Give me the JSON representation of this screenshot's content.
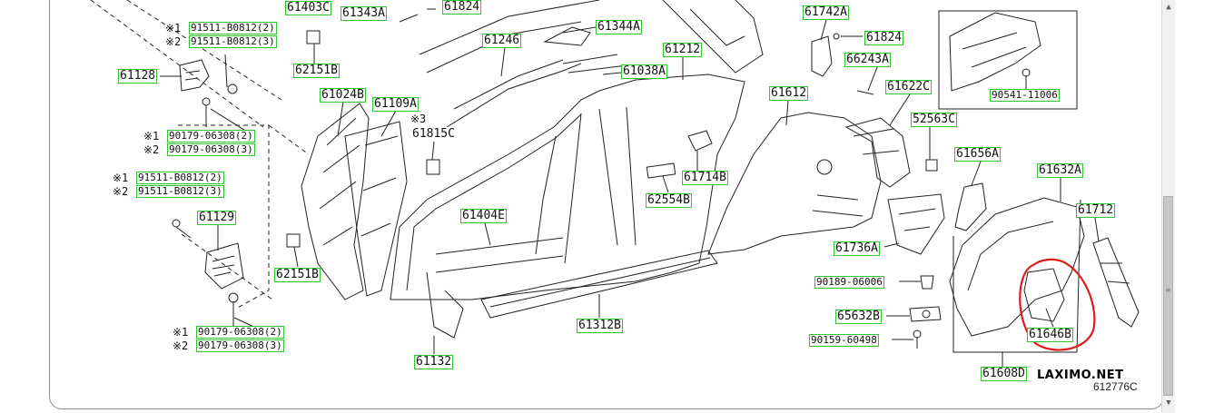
{
  "diagram": {
    "part_callouts": [
      {
        "id": "61403C",
        "label": "61403C"
      },
      {
        "id": "61343A",
        "label": "61343A"
      },
      {
        "id": "61824-top",
        "label": "61824"
      },
      {
        "id": "61344A",
        "label": "61344A"
      },
      {
        "id": "61246",
        "label": "61246"
      },
      {
        "id": "61212",
        "label": "61212"
      },
      {
        "id": "61038A",
        "label": "61038A"
      },
      {
        "id": "61742A",
        "label": "61742A"
      },
      {
        "id": "61824-right",
        "label": "61824"
      },
      {
        "id": "66243A",
        "label": "66243A"
      },
      {
        "id": "61612",
        "label": "61612"
      },
      {
        "id": "61622C",
        "label": "61622C"
      },
      {
        "id": "52563C",
        "label": "52563C"
      },
      {
        "id": "90541-11006",
        "label": "90541-11006"
      },
      {
        "id": "61128",
        "label": "61128"
      },
      {
        "id": "62151B-top",
        "label": "62151B"
      },
      {
        "id": "61024B",
        "label": "61024B"
      },
      {
        "id": "61109A",
        "label": "61109A"
      },
      {
        "id": "61815C",
        "label": "61815C"
      },
      {
        "id": "61714B",
        "label": "61714B"
      },
      {
        "id": "62554B",
        "label": "62554B"
      },
      {
        "id": "61404E",
        "label": "61404E"
      },
      {
        "id": "61656A",
        "label": "61656A"
      },
      {
        "id": "61632A",
        "label": "61632A"
      },
      {
        "id": "61712",
        "label": "61712"
      },
      {
        "id": "61736A",
        "label": "61736A"
      },
      {
        "id": "61129",
        "label": "61129"
      },
      {
        "id": "62151B-bottom",
        "label": "62151B"
      },
      {
        "id": "61312B",
        "label": "61312B"
      },
      {
        "id": "90189-06006",
        "label": "90189-06006"
      },
      {
        "id": "65632B",
        "label": "65632B"
      },
      {
        "id": "90159-60498",
        "label": "90159-60498"
      },
      {
        "id": "61646B",
        "label": "61646B"
      },
      {
        "id": "61132",
        "label": "61132"
      },
      {
        "id": "61608D",
        "label": "61608D"
      }
    ],
    "fastener_callouts": [
      {
        "id": "f1a",
        "label": "91511-B0812(2)"
      },
      {
        "id": "f1b",
        "label": "91511-B0812(3)"
      },
      {
        "id": "f2a",
        "label": "90179-06308(2)"
      },
      {
        "id": "f2b",
        "label": "90179-06308(3)"
      },
      {
        "id": "f3a",
        "label": "91511-B0812(2)"
      },
      {
        "id": "f3b",
        "label": "91511-B0812(3)"
      },
      {
        "id": "f4a",
        "label": "90179-06308(2)"
      },
      {
        "id": "f4b",
        "label": "90179-06308(3)"
      }
    ],
    "notes": {
      "n1": "※1",
      "n2": "※2",
      "n3": "※1",
      "n4": "※2",
      "n5": "※1",
      "n6": "※2",
      "n7": "※1",
      "n8": "※2",
      "n9": "※3"
    },
    "brand": "LAXIMO.NET",
    "diagram_code": "612776C",
    "highlight_color": "#e01b1b",
    "callout_border_color": "#2fc52f"
  }
}
